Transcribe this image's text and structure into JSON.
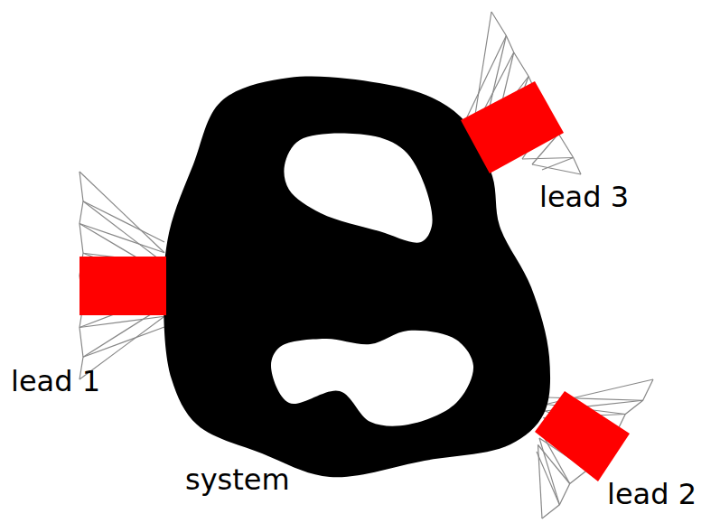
{
  "diagram": {
    "labels": [
      "lead 3",
      "lead 1",
      "lead 2",
      "system"
    ]
  }
}
